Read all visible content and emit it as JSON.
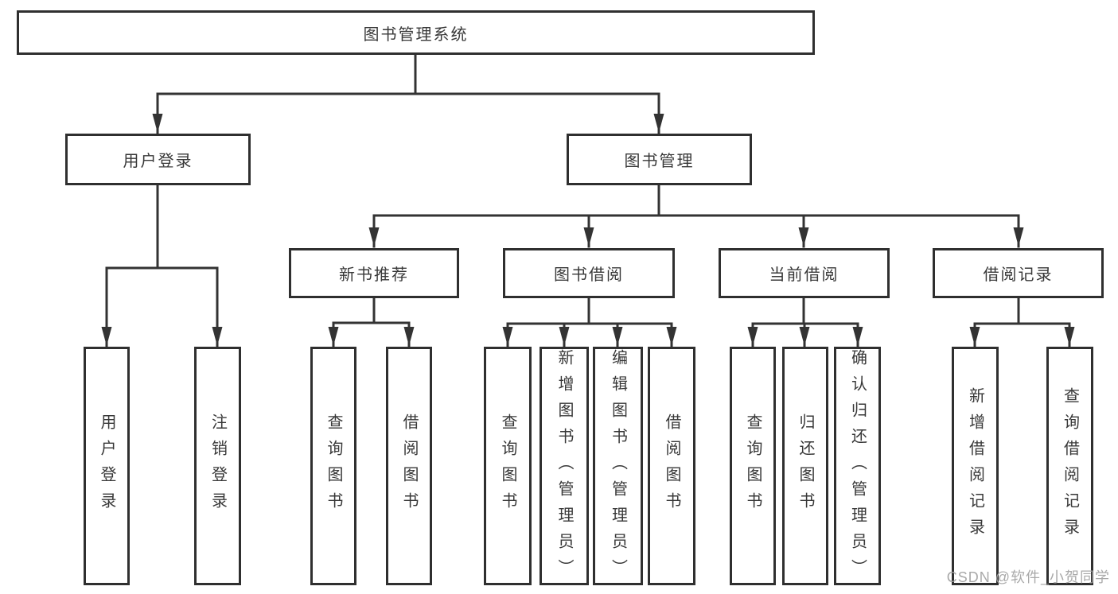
{
  "diagram": {
    "title": "图书管理系统",
    "root": {
      "label": "图书管理系统"
    },
    "level2": [
      {
        "label": "用户登录"
      },
      {
        "label": "图书管理"
      }
    ],
    "level3": [
      {
        "label": "新书推荐"
      },
      {
        "label": "图书借阅"
      },
      {
        "label": "当前借阅"
      },
      {
        "label": "借阅记录"
      }
    ],
    "leaves": {
      "user_login": [
        {
          "label": "用户登录"
        },
        {
          "label": "注销登录"
        }
      ],
      "new_books": [
        {
          "label": "查询图书"
        },
        {
          "label": "借阅图书"
        }
      ],
      "book_borrow": [
        {
          "label": "查询图书"
        },
        {
          "label": "新增图书（管理员）"
        },
        {
          "label": "编辑图书（管理员）"
        },
        {
          "label": "借阅图书"
        }
      ],
      "current_borrow": [
        {
          "label": "查询图书"
        },
        {
          "label": "归还图书"
        },
        {
          "label": "确认归还（管理员）"
        }
      ],
      "borrow_records": [
        {
          "label": "新增借阅记录"
        },
        {
          "label": "查询借阅记录"
        }
      ]
    },
    "watermark": "CSDN @软件_小贺同学",
    "colors": {
      "line": "#333333",
      "box_border": "#2f2f2f",
      "text": "#383838",
      "watermark": "#a4a4a4",
      "background": "#ffffff"
    }
  }
}
